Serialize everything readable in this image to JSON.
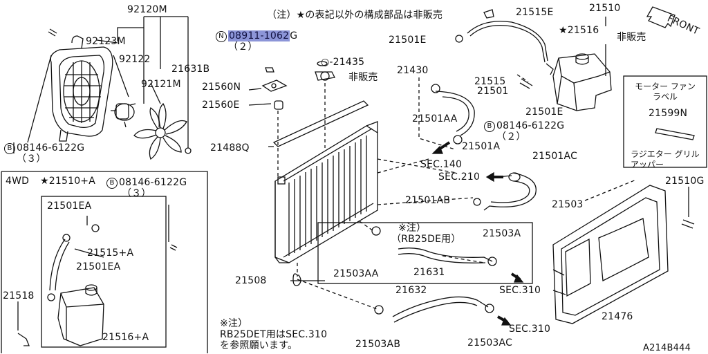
{
  "notice": "（注）★の表記以外の構成部品は非販売",
  "front_label": "FRONT",
  "fan": {
    "assy": "92120M",
    "shroud": "92123M",
    "motor": "92122",
    "blade": "92121M",
    "nut": "21631B",
    "bolt": "08146-6122G",
    "bolt_qty": "（３）"
  },
  "top_center": {
    "nut_part": "08911-1062",
    "nut_suffix": "G",
    "nut_qty": "（２）",
    "bracket": "21560N",
    "bushing": "21560E",
    "cap_group": "21430",
    "cap_oring": "21435",
    "not_sold": "非販売"
  },
  "hoses": {
    "cap_top": "21515E",
    "clamp_e": "21501E",
    "overflow_hose": "21515",
    "upper_hose": "21501",
    "clamp_aa": "21501AA",
    "clamp_a": "21501A",
    "bolt2": "08146-6122G",
    "bolt2_qty": "（２）",
    "clamp_e2": "21501E",
    "sec140": "SEC.140",
    "clamp_ac": "21501AC",
    "sec210": "SEC.210",
    "clamp_ab": "21501AB",
    "lower_hose": "21503"
  },
  "reservoir": {
    "tank": "21510",
    "cap": "21516",
    "not_sold": "非販売"
  },
  "motor_label_box": {
    "title": "モーター ファン\nラベル",
    "part": "21599N",
    "caption": "ラジエター グリル\nアッパー"
  },
  "radiator": {
    "seal": "21488Q",
    "drain": "21508",
    "bolt3": "21510G",
    "shroud2": "21476"
  },
  "oil_cooler": {
    "note": "※注）",
    "engine": "（RB25DE用）",
    "clamp_a": "21503A",
    "clamp_aa": "21503AA",
    "hose": "21631",
    "sec310_1": "SEC.310",
    "hose2": "21632",
    "clamp_ab": "21503AB",
    "clamp_ac": "21503AC",
    "sec310_2": "SEC.310"
  },
  "footnote": {
    "l1": "※注）",
    "l2": "RB25DET用はSEC.310",
    "l3": "を参照願います。"
  },
  "awd_box": {
    "title": "4WD",
    "assy": "21510+A",
    "bolt": "08146-6122G",
    "bolt_qty": "（３）",
    "clamp1": "21501EA",
    "hose": "21515+A",
    "clamp2": "21501EA",
    "bracket": "21518",
    "cap": "21516+A"
  },
  "diagram_id": "A214B444"
}
